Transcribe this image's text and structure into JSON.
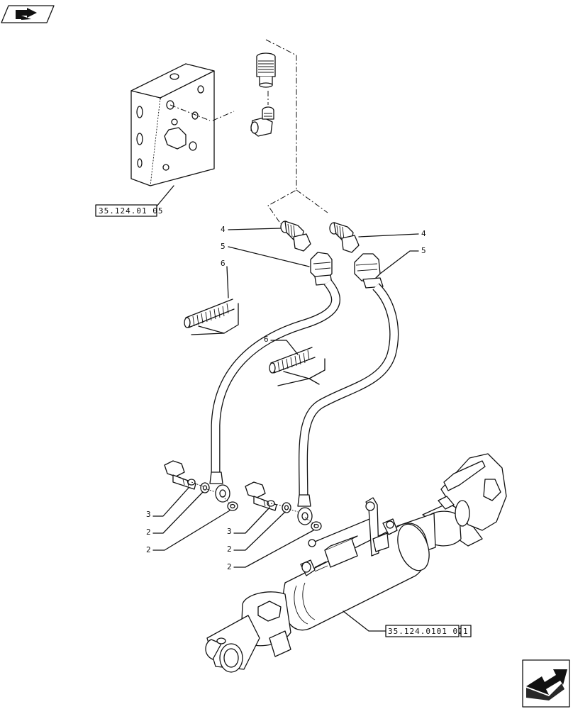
{
  "references": {
    "valve_block": "35.124.01 05",
    "cylinder": "35.124.0101 02",
    "cylinder_page": "1"
  },
  "callouts": {
    "fitting_left": "4",
    "fitting_right": "4",
    "nut_left": "5",
    "nut_right": "5",
    "spring_left": "6",
    "spring_right": "6",
    "bolt_left": "3",
    "bolt_right": "3",
    "washer_a": "2",
    "washer_b": "2",
    "washer_c": "2",
    "washer_d": "2"
  },
  "icons": {
    "top_left": "book-arrow-icon",
    "bottom_right": "next-page-arrow-icon"
  }
}
